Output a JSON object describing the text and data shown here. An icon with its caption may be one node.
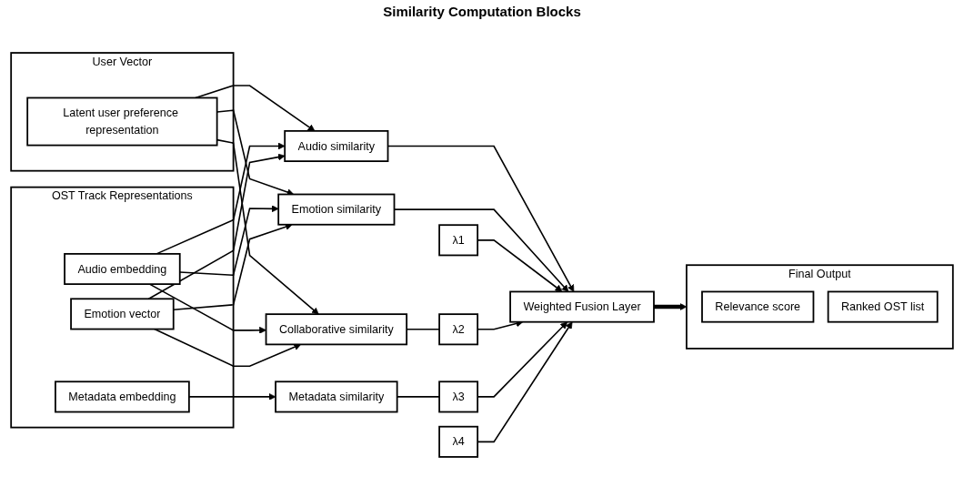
{
  "diagram": {
    "nodes": [
      {
        "text": [
          "User Vector"
        ]
      },
      {
        "text": [
          "Latent user preference representation"
        ],
        "in": 0
      },
      {
        "text": [
          "OST Track Representations"
        ]
      },
      {
        "text": [
          "Audio embedding"
        ],
        "in": 2
      },
      {
        "text": [
          "Emotion vector"
        ],
        "in": 2
      },
      {
        "text": [
          "Metadata embedding"
        ],
        "in": 2
      },
      {
        "text": [
          "Collaborative similarity"
        ]
      },
      {
        "text": [
          "Audio similarity"
        ]
      },
      {
        "text": [
          "Emotion similarity"
        ]
      },
      {
        "text": [
          "Metadata similarity"
        ]
      },
      {
        "text": [
          "λ1"
        ]
      },
      {
        "text": [
          "λ2"
        ]
      },
      {
        "text": [
          "λ3"
        ]
      },
      {
        "text": [
          "λ4"
        ]
      },
      {
        "text": [
          "Weighted Fusion Layer"
        ]
      },
      {
        "text": [
          "Final Output"
        ]
      },
      {
        "text": [
          "Relevance score"
        ],
        "in": 15
      },
      {
        "text": [
          "Ranked OST list"
        ],
        "in": 15
      }
    ],
    "edges": [
      {
        "from": 1,
        "to": 6,
        "arrow": "to"
      },
      {
        "from": 1,
        "to": 7,
        "arrow": "to"
      },
      {
        "from": 1,
        "to": 8,
        "arrow": "to"
      },
      {
        "from": 3,
        "to": 6,
        "arrow": "to"
      },
      {
        "from": 3,
        "to": 7,
        "arrow": "to"
      },
      {
        "from": 3,
        "to": 8,
        "arrow": "to"
      },
      {
        "from": 4,
        "to": 6,
        "arrow": "to"
      },
      {
        "from": 4,
        "to": 7,
        "arrow": "to"
      },
      {
        "from": 4,
        "to": 8,
        "arrow": "to"
      },
      {
        "from": 5,
        "to": 9,
        "arrow": "to"
      },
      {
        "from": 6,
        "to": 11,
        "arrow": "none"
      },
      {
        "from": 7,
        "to": 14,
        "arrow": "to"
      },
      {
        "from": 8,
        "to": 14,
        "arrow": "to"
      },
      {
        "from": 9,
        "to": 12,
        "arrow": "none"
      },
      {
        "from": 10,
        "to": 14,
        "arrow": "to"
      },
      {
        "from": 11,
        "to": 14,
        "arrow": "to"
      },
      {
        "from": 12,
        "to": 14,
        "arrow": "to"
      },
      {
        "from": 13,
        "to": 14,
        "arrow": "to"
      },
      {
        "from": 14,
        "to": 15,
        "arrow": "to",
        "style": "thick"
      }
    ],
    "labels": [
      "Similarity Computation Blocks"
    ]
  }
}
